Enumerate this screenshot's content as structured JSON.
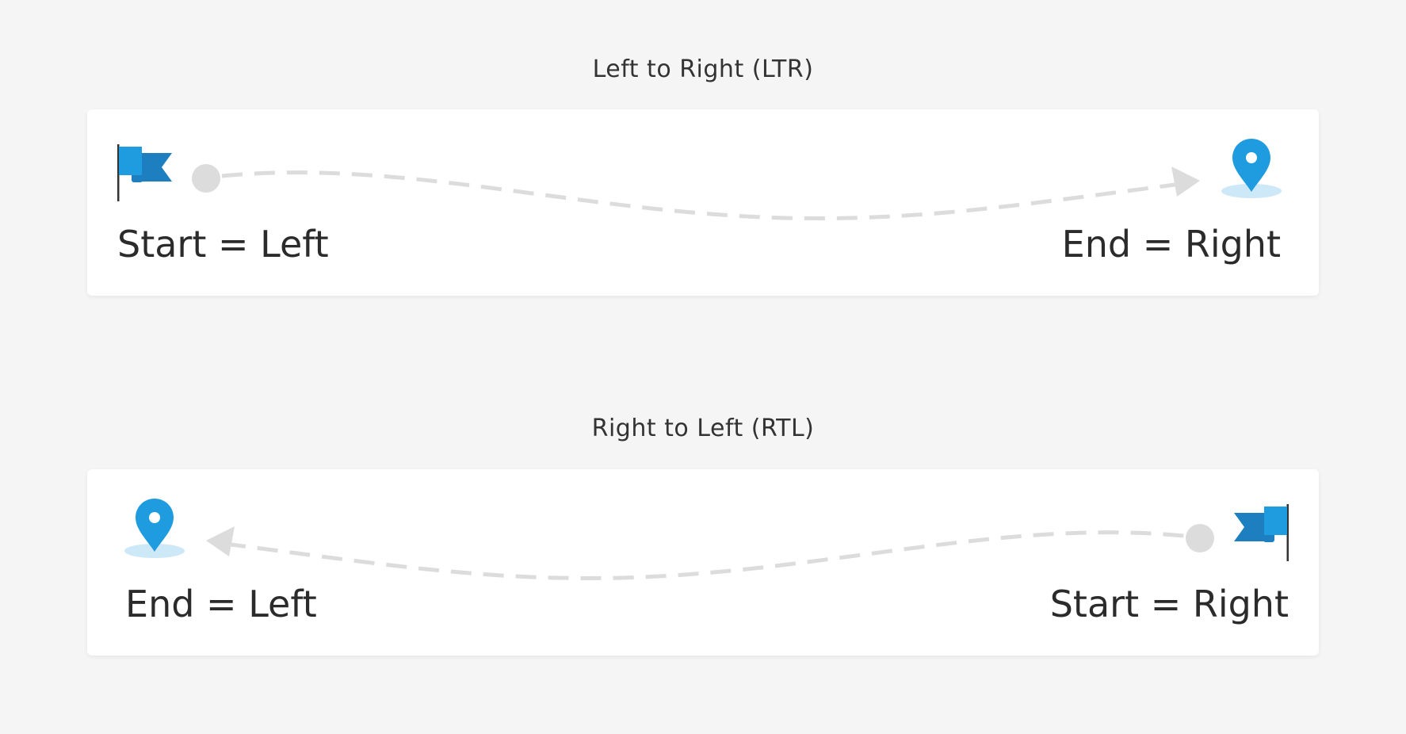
{
  "ltr": {
    "title": "Left to Right (LTR)",
    "start_label": "Start = Left",
    "end_label": "End = Right",
    "start_icon": "flag-icon",
    "end_icon": "map-pin-icon"
  },
  "rtl": {
    "title": "Right to Left (RTL)",
    "start_label": "Start = Right",
    "end_label": "End = Left",
    "start_icon": "flag-icon",
    "end_icon": "map-pin-icon"
  },
  "colors": {
    "background": "#f5f5f5",
    "card": "#ffffff",
    "icon_blue": "#1f9be0",
    "icon_blue_dark": "#1d7fbf",
    "pin_shadow": "#cde8f7",
    "path_gray": "#dcdcdc",
    "text": "#2b2b2b"
  }
}
